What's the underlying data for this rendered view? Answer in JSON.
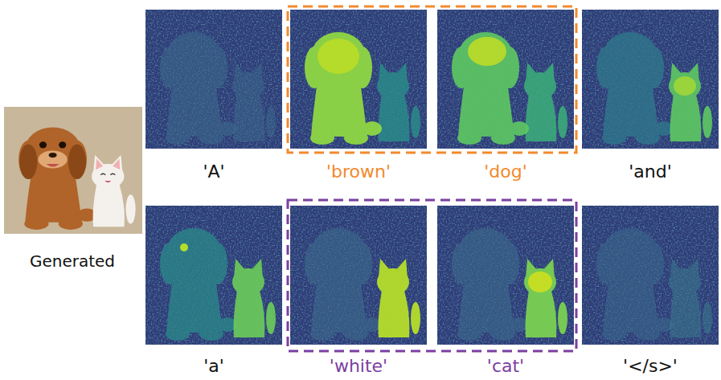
{
  "diagram": {
    "labels": [
      "Generated",
      "'A'",
      "'brown'",
      "'dog'",
      "'and'",
      "'a'",
      "'white'",
      "'cat'",
      "'</s>'"
    ]
  }
}
